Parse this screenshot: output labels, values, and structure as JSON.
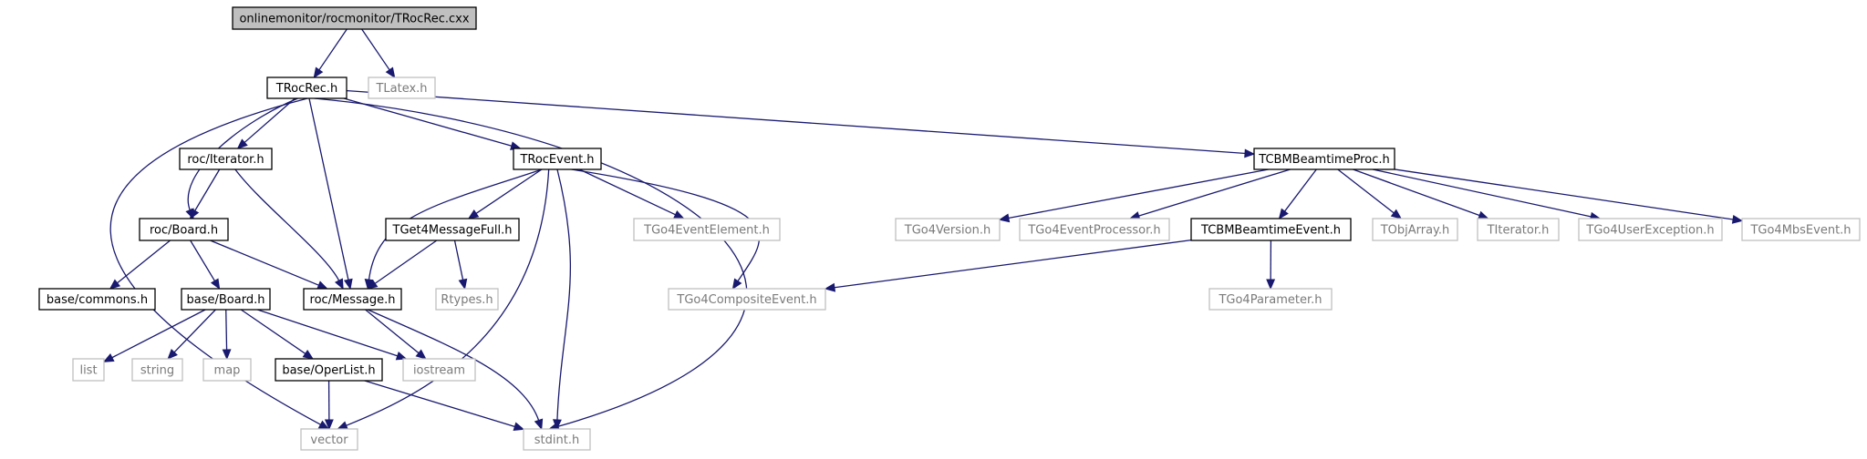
{
  "title": "",
  "colors": {
    "edge": "#191970",
    "root_fill": "#bfbfbf",
    "documented_border": "#000000",
    "external_border": "#bfbfbf",
    "external_text": "#7a7a7a"
  },
  "nodes": [
    {
      "id": "trocrec_cxx",
      "label": "onlinemonitor/rocmonitor/TRocRec.cxx",
      "kind": "root"
    },
    {
      "id": "trocrec_h",
      "label": "TRocRec.h",
      "kind": "documented"
    },
    {
      "id": "tlatex_h",
      "label": "TLatex.h",
      "kind": "external"
    },
    {
      "id": "roc_iterator_h",
      "label": "roc/Iterator.h",
      "kind": "documented"
    },
    {
      "id": "troceevent_h",
      "label": "TRocEvent.h",
      "kind": "documented"
    },
    {
      "id": "tcbmbeamtimeproc_h",
      "label": "TCBMBeamtimeProc.h",
      "kind": "documented"
    },
    {
      "id": "roc_board_h",
      "label": "roc/Board.h",
      "kind": "documented"
    },
    {
      "id": "tget4messagefull_h",
      "label": "TGet4MessageFull.h",
      "kind": "documented"
    },
    {
      "id": "tgo4eventelement_h",
      "label": "TGo4EventElement.h",
      "kind": "external"
    },
    {
      "id": "tgo4version_h",
      "label": "TGo4Version.h",
      "kind": "external"
    },
    {
      "id": "tgo4eventprocessor_h",
      "label": "TGo4EventProcessor.h",
      "kind": "external"
    },
    {
      "id": "tcbmbeamtimeevent_h",
      "label": "TCBMBeamtimeEvent.h",
      "kind": "documented"
    },
    {
      "id": "tobjarray_h",
      "label": "TObjArray.h",
      "kind": "external"
    },
    {
      "id": "titerator_h",
      "label": "TIterator.h",
      "kind": "external"
    },
    {
      "id": "tgo4userexception_h",
      "label": "TGo4UserException.h",
      "kind": "external"
    },
    {
      "id": "tgo4mbsevent_h",
      "label": "TGo4MbsEvent.h",
      "kind": "external"
    },
    {
      "id": "base_commons_h",
      "label": "base/commons.h",
      "kind": "documented"
    },
    {
      "id": "base_board_h",
      "label": "base/Board.h",
      "kind": "documented"
    },
    {
      "id": "roc_message_h",
      "label": "roc/Message.h",
      "kind": "documented"
    },
    {
      "id": "rtypes_h",
      "label": "Rtypes.h",
      "kind": "external"
    },
    {
      "id": "tgo4compositeevent_h",
      "label": "TGo4CompositeEvent.h",
      "kind": "external"
    },
    {
      "id": "tgo4parameter_h",
      "label": "TGo4Parameter.h",
      "kind": "external"
    },
    {
      "id": "list",
      "label": "list",
      "kind": "external"
    },
    {
      "id": "string",
      "label": "string",
      "kind": "external"
    },
    {
      "id": "map",
      "label": "map",
      "kind": "external"
    },
    {
      "id": "base_operlist_h",
      "label": "base/OperList.h",
      "kind": "documented"
    },
    {
      "id": "iostream",
      "label": "iostream",
      "kind": "external"
    },
    {
      "id": "vector",
      "label": "vector",
      "kind": "external"
    },
    {
      "id": "stdint_h",
      "label": "stdint.h",
      "kind": "external"
    }
  ],
  "edges": [
    [
      "trocrec_cxx",
      "trocrec_h"
    ],
    [
      "trocrec_cxx",
      "tlatex_h"
    ],
    [
      "trocrec_h",
      "roc_iterator_h"
    ],
    [
      "trocrec_h",
      "roc_board_h"
    ],
    [
      "trocrec_h",
      "roc_message_h"
    ],
    [
      "trocrec_h",
      "troceevent_h"
    ],
    [
      "trocrec_h",
      "tcbmbeamtimeproc_h"
    ],
    [
      "trocrec_h",
      "vector"
    ],
    [
      "trocrec_h",
      "stdint_h"
    ],
    [
      "roc_iterator_h",
      "roc_board_h"
    ],
    [
      "roc_iterator_h",
      "roc_message_h"
    ],
    [
      "roc_board_h",
      "base_commons_h"
    ],
    [
      "roc_board_h",
      "base_board_h"
    ],
    [
      "roc_board_h",
      "roc_message_h"
    ],
    [
      "base_board_h",
      "list"
    ],
    [
      "base_board_h",
      "string"
    ],
    [
      "base_board_h",
      "map"
    ],
    [
      "base_board_h",
      "base_operlist_h"
    ],
    [
      "base_board_h",
      "iostream"
    ],
    [
      "base_operlist_h",
      "vector"
    ],
    [
      "base_operlist_h",
      "stdint_h"
    ],
    [
      "roc_message_h",
      "iostream"
    ],
    [
      "roc_message_h",
      "stdint_h"
    ],
    [
      "troceevent_h",
      "roc_message_h"
    ],
    [
      "troceevent_h",
      "tget4messagefull_h"
    ],
    [
      "troceevent_h",
      "tgo4eventelement_h"
    ],
    [
      "troceevent_h",
      "tgo4compositeevent_h"
    ],
    [
      "troceevent_h",
      "vector"
    ],
    [
      "troceevent_h",
      "stdint_h"
    ],
    [
      "tget4messagefull_h",
      "roc_message_h"
    ],
    [
      "tget4messagefull_h",
      "rtypes_h"
    ],
    [
      "tcbmbeamtimeproc_h",
      "tgo4version_h"
    ],
    [
      "tcbmbeamtimeproc_h",
      "tgo4eventprocessor_h"
    ],
    [
      "tcbmbeamtimeproc_h",
      "tcbmbeamtimeevent_h"
    ],
    [
      "tcbmbeamtimeproc_h",
      "tobjarray_h"
    ],
    [
      "tcbmbeamtimeproc_h",
      "titerator_h"
    ],
    [
      "tcbmbeamtimeproc_h",
      "tgo4userexception_h"
    ],
    [
      "tcbmbeamtimeproc_h",
      "tgo4mbsevent_h"
    ],
    [
      "tcbmbeamtimeevent_h",
      "tgo4compositeevent_h"
    ],
    [
      "tcbmbeamtimeevent_h",
      "tgo4parameter_h"
    ]
  ]
}
